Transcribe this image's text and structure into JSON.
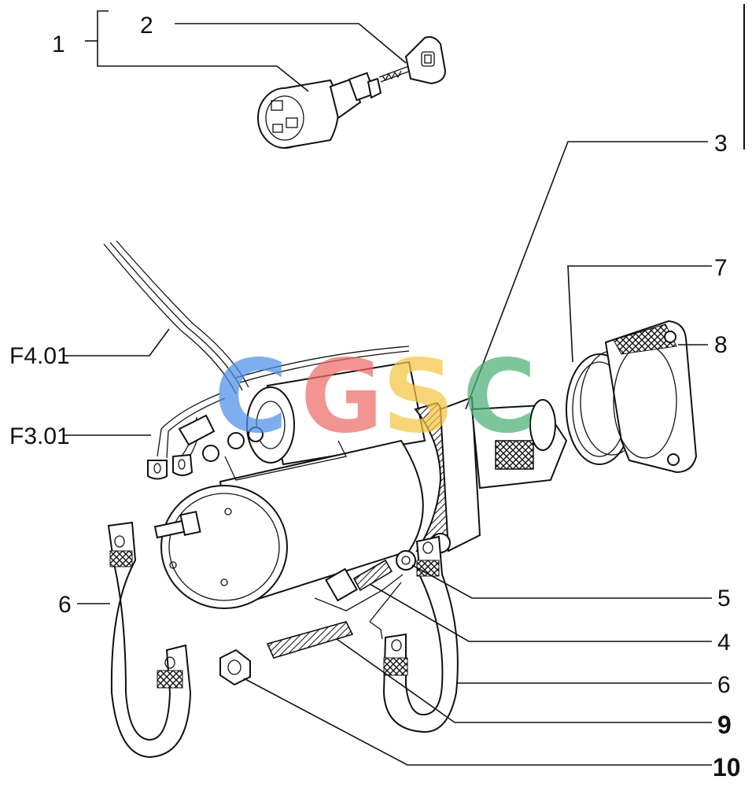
{
  "labels": {
    "l1": "1",
    "l2": "2",
    "l3": "3",
    "l4": "4",
    "l5": "5",
    "l6_left": "6",
    "l6_right": "6",
    "l7": "7",
    "l8": "8",
    "l9": "9",
    "l10": "10",
    "f401": "F4.01",
    "f301": "F3.01"
  },
  "watermark": {
    "letters": [
      "C",
      "G",
      "S",
      "C"
    ],
    "colors": [
      "#4f8fe8",
      "#ee6b66",
      "#f5c542",
      "#4caf77"
    ]
  }
}
